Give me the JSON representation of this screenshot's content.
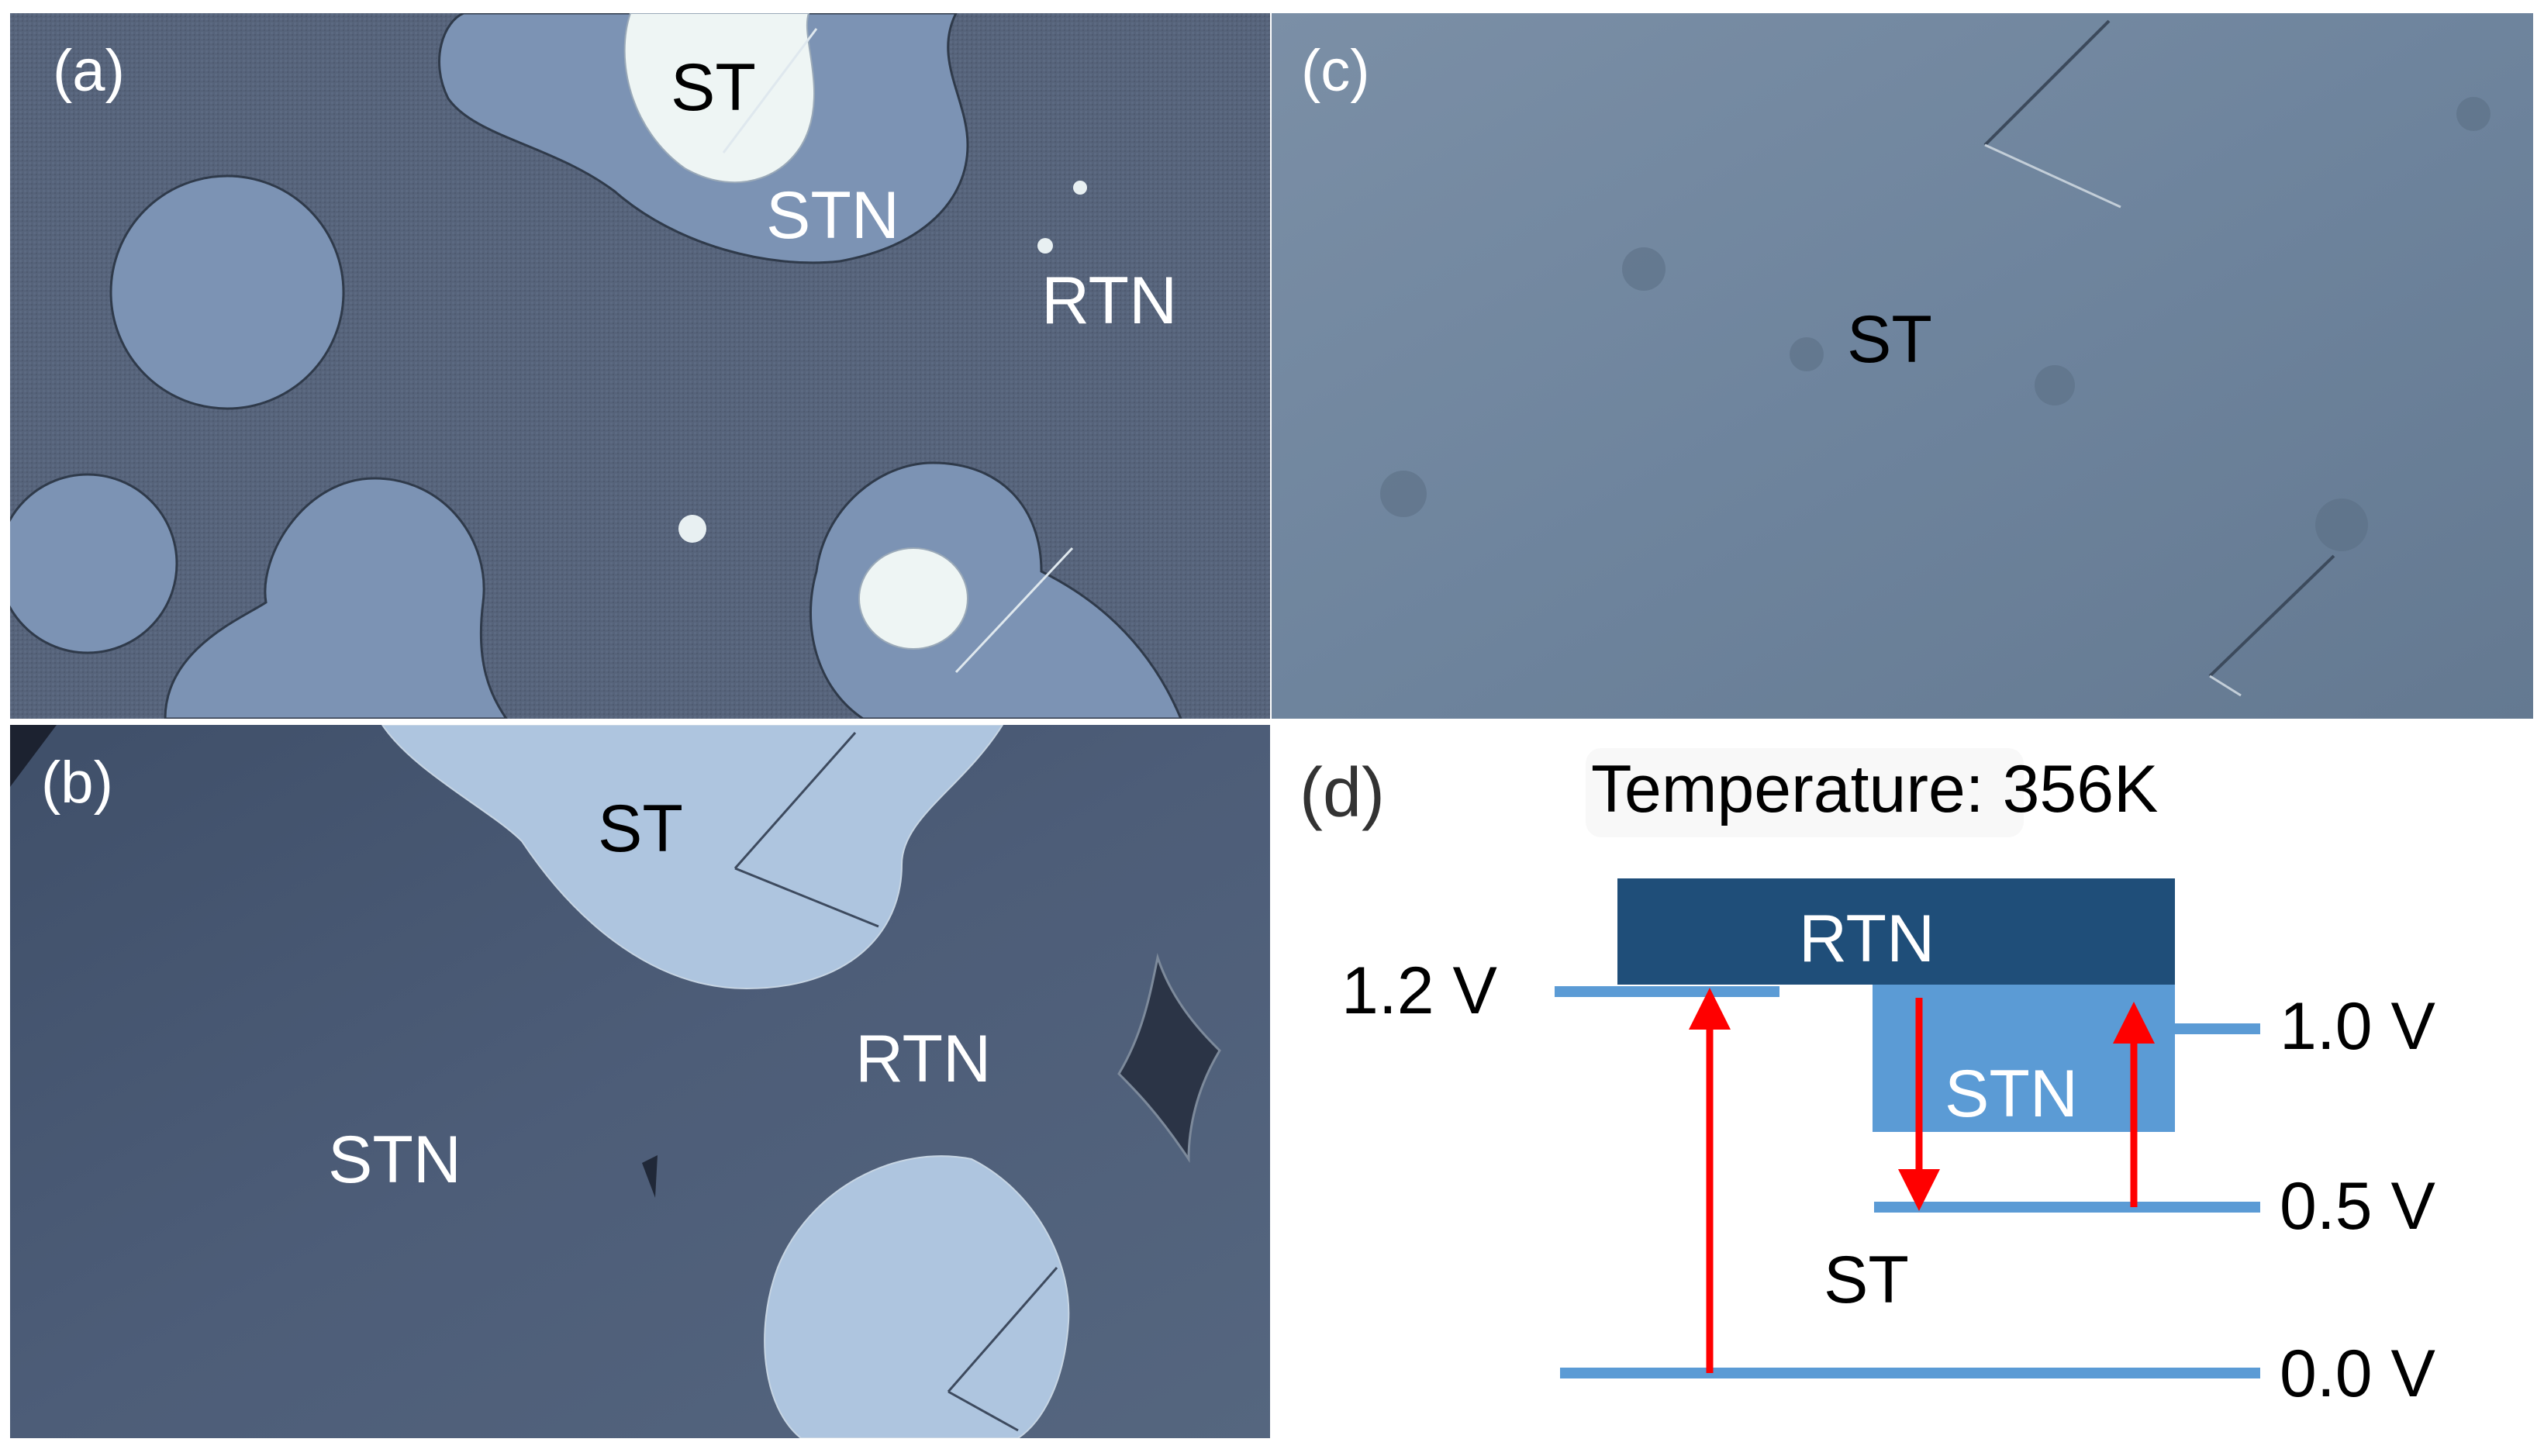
{
  "panel_a": {
    "letter": "(a)",
    "labels": {
      "st": "ST",
      "stn": "STN",
      "rtn": "RTN"
    },
    "colors": {
      "background": "#56637a",
      "stn_region": "#7c93b4",
      "st_region": "#eef5f4",
      "outline": "#2f3a4a"
    }
  },
  "panel_b": {
    "letter": "(b)",
    "labels": {
      "st": "ST",
      "rtn": "RTN",
      "stn": "STN"
    },
    "colors": {
      "background": "#4d5d78",
      "st_region": "#aec5df",
      "outline": "#2a3446"
    }
  },
  "panel_c": {
    "letter": "(c)",
    "labels": {
      "st": "ST"
    },
    "colors": {
      "background": "#6e849d"
    }
  },
  "panel_d": {
    "letter": "(d)",
    "temperature": "Temperature: 356K",
    "phases": {
      "rtn": "RTN",
      "stn": "STN",
      "st": "ST"
    },
    "voltages": {
      "v12": "1.2 V",
      "v10": "1.0 V",
      "v05": "0.5 V",
      "v00": "0.0 V"
    },
    "colors": {
      "rtn_box": "#1f4e79",
      "stn_box": "#5b9bd5",
      "level_line": "#5b9bd5",
      "arrow": "#ff0000",
      "rtn_text": "#ffffff",
      "stn_text": "#ffffff"
    }
  }
}
